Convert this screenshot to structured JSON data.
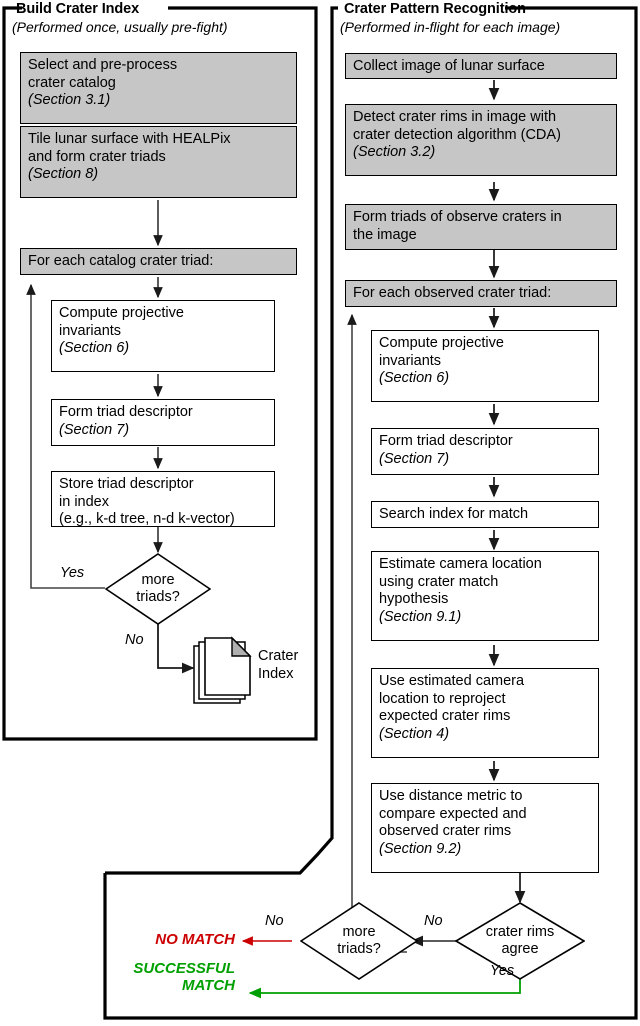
{
  "panels": {
    "left": {
      "title": "Build Crater Index",
      "subtitle": "(Performed once, usually pre-fight)"
    },
    "right": {
      "title": "Crater Pattern Recognition",
      "subtitle": "(Performed in-flight for each image)"
    }
  },
  "left_flow": {
    "n1": {
      "l1": "Select and pre-process",
      "l2": "crater catalog",
      "l3": "(Section 3.1)"
    },
    "n2": {
      "l1": "Tile lunar surface with HEALPix",
      "l2": "and form crater triads",
      "l3": "(Section 8)"
    },
    "n3": {
      "l1": "For each catalog crater triad:"
    },
    "n4": {
      "l1": "Compute projective",
      "l2": "invariants",
      "l3": "(Section 6)"
    },
    "n5": {
      "l1": "Form triad descriptor",
      "l2": "(Section 7)"
    },
    "n6": {
      "l1": "Store triad descriptor",
      "l2": "in index",
      "l3": "(e.g., k-d tree, n-d k-vector)"
    },
    "d1": {
      "l1": "more",
      "l2": "triads?"
    },
    "d1_yes": "Yes",
    "d1_no": "No",
    "doc": {
      "l1": "Crater",
      "l2": "Index"
    }
  },
  "right_flow": {
    "r1": {
      "l1": "Collect image of lunar surface"
    },
    "r2": {
      "l1": "Detect crater rims in image with",
      "l2": "crater detection algorithm (CDA)",
      "l3": "(Section 3.2)"
    },
    "r3": {
      "l1": "Form triads of observe craters in",
      "l2": "the image"
    },
    "r4": {
      "l1": "For each observed crater triad:"
    },
    "r5": {
      "l1": "Compute projective",
      "l2": "invariants",
      "l3": "(Section 6)"
    },
    "r6": {
      "l1": "Form triad descriptor",
      "l2": "(Section 7)"
    },
    "r7": {
      "l1": "Search index for match"
    },
    "r8": {
      "l1": "Estimate camera location",
      "l2": "using crater match",
      "l3": "hypothesis",
      "l4": "(Section 9.1)"
    },
    "r9": {
      "l1": "Use estimated camera",
      "l2": "location to reproject",
      "l3": "expected crater rims",
      "l4": "(Section 4)"
    },
    "r10": {
      "l1": "Use distance metric to",
      "l2": "compare expected and",
      "l3": "observed crater rims",
      "l4": "(Section 9.2)"
    }
  },
  "bottom": {
    "d_rims": {
      "l1": "crater rims",
      "l2": "agree"
    },
    "d_rims_no": "No",
    "d_rims_yes": "Yes",
    "d_more": {
      "l1": "more",
      "l2": "triads?"
    },
    "d_more_no": "No",
    "no_match": "NO MATCH",
    "success_l1": "SUCCESSFUL",
    "success_l2": "MATCH"
  },
  "colors": {
    "shade": "#c6c6c6",
    "stroke": "#000000",
    "no_match": "#cc0000",
    "success": "#00a000",
    "background": "#ffffff"
  }
}
